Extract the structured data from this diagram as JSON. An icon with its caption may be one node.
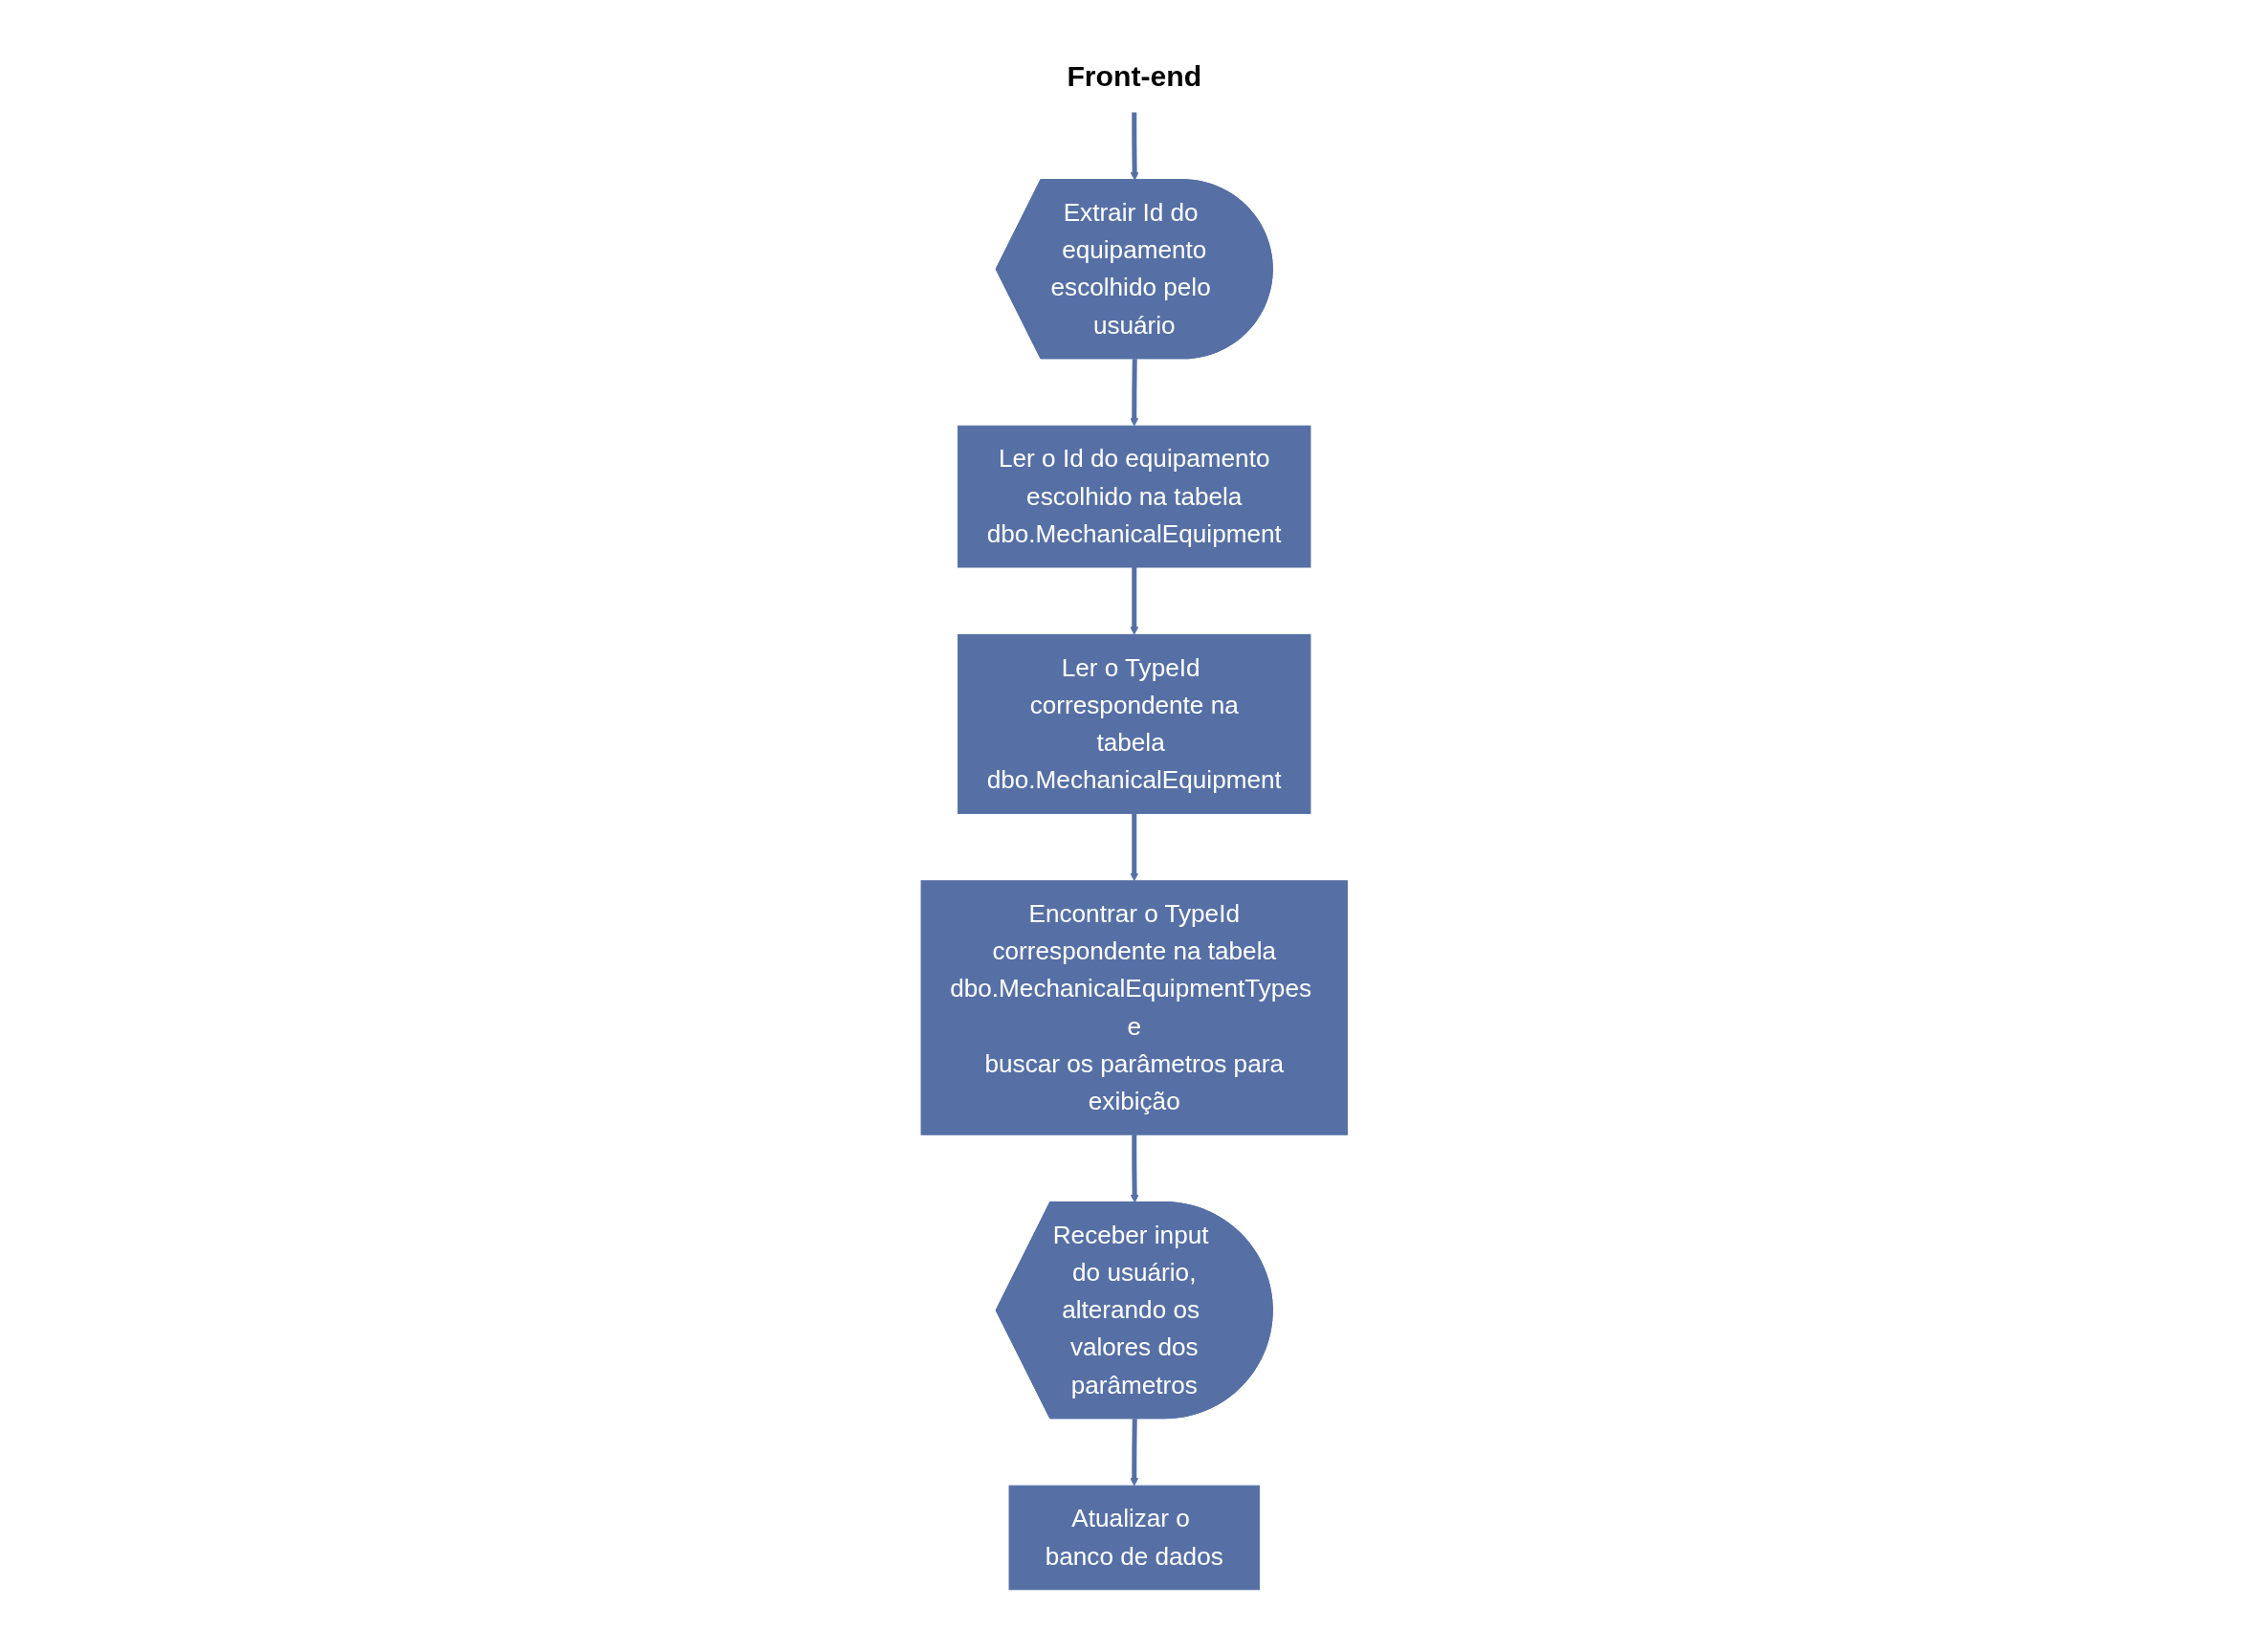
{
  "diagram": {
    "nodes": [
      {
        "text": [
          "Front-end"
        ]
      },
      {
        "text": [
          "Extrair Id do equipamento escolhido pelo usuário"
        ]
      },
      {
        "text": [
          "Ler o Id do equipamento escolhido na tabela dbo.MechanicalEquipment"
        ]
      },
      {
        "text": [
          "Ler o TypeId correspondente na tabela dbo.MechanicalEquipment"
        ]
      },
      {
        "text": [
          "Encontrar o TypeId correspondente na tabela dbo.MechanicalEquipmentTypes e buscar os parâmetros para exibição"
        ]
      },
      {
        "text": [
          "Receber input do usuário, alterando os valores dos parâmetros"
        ]
      },
      {
        "text": [
          "Atualizar o banco de dados"
        ]
      }
    ],
    "edges": [
      {
        "from": 0,
        "to": 1,
        "arrow": "to"
      },
      {
        "from": 1,
        "to": 2,
        "arrow": "to"
      },
      {
        "from": 2,
        "to": 3,
        "arrow": "to"
      },
      {
        "from": 3,
        "to": 4,
        "arrow": "to"
      },
      {
        "from": 4,
        "to": 5,
        "arrow": "to"
      },
      {
        "from": 5,
        "to": 6,
        "arrow": "to"
      }
    ]
  }
}
